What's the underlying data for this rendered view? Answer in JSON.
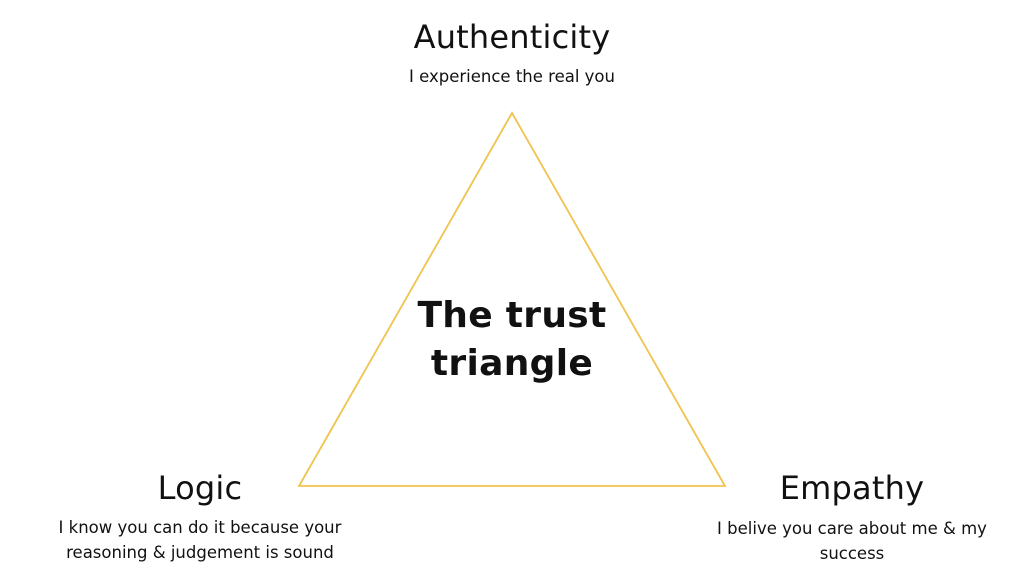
{
  "diagram": {
    "center_title": "The trust triangle",
    "triangle_color": "#F2C24F",
    "nodes": {
      "top": {
        "title": "Authenticity",
        "description": "I experience the real you"
      },
      "left": {
        "title": "Logic",
        "description": "I know you can do it because your reasoning & judgement is sound"
      },
      "right": {
        "title": "Empathy",
        "description": "I belive you care about me & my success"
      }
    }
  }
}
